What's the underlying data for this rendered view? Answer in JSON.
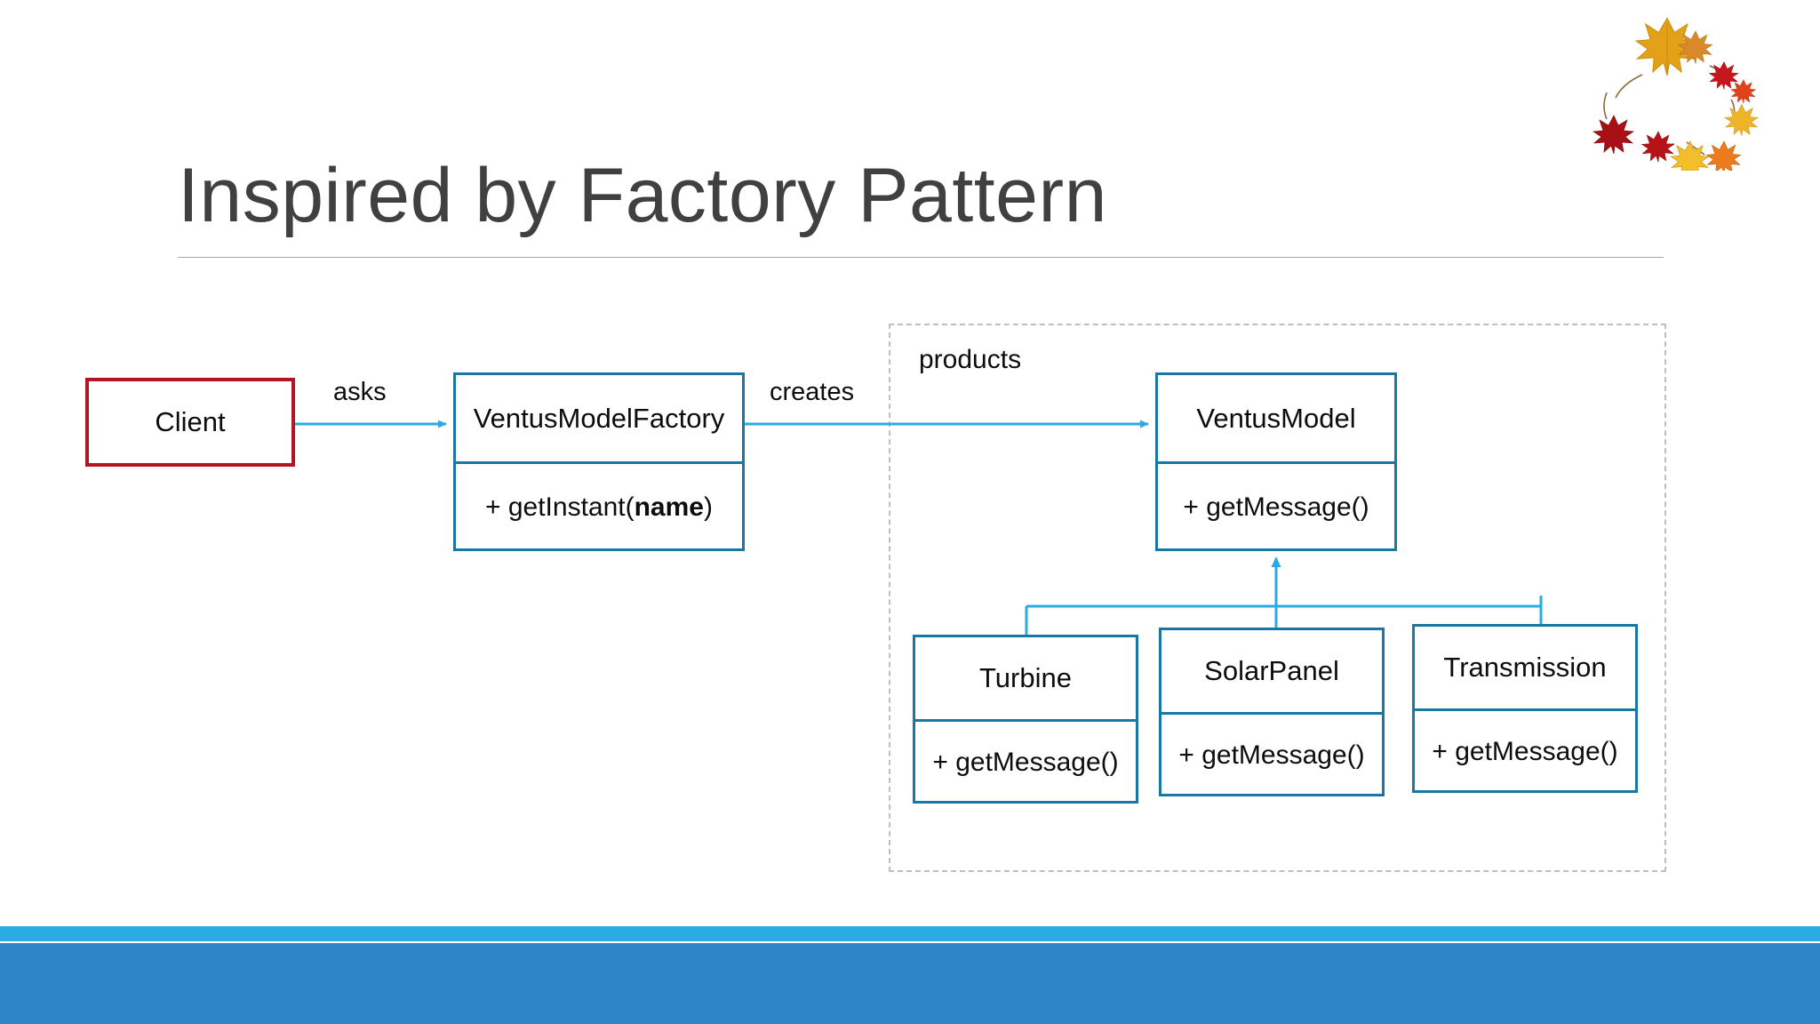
{
  "slide": {
    "title": "Inspired by Factory Pattern",
    "background_color": "#ffffff"
  },
  "decoration": {
    "name": "autumn-maple-leaves",
    "leaf_colors": [
      "#E8A317",
      "#C4161C",
      "#E8741A",
      "#F0B429",
      "#A81016",
      "#F5C13D"
    ]
  },
  "diagram": {
    "type": "uml-class-diagram",
    "client": {
      "name": "Client",
      "border_color": "#B01722"
    },
    "factory": {
      "name": "VentusModelFactory",
      "method_prefix": "+ getInstant(",
      "method_param": "name",
      "method_suffix": ")",
      "border_color": "#1878A4"
    },
    "product_base": {
      "name": "VentusModel",
      "method": "+ getMessage()",
      "border_color": "#1878A4"
    },
    "products_group": {
      "label": "products",
      "border_color": "#bfbfbf",
      "items": [
        {
          "name": "Turbine",
          "method": "+ getMessage()"
        },
        {
          "name": "SolarPanel",
          "method": "+ getMessage()"
        },
        {
          "name": "Transmission",
          "method": "+ getMessage()"
        }
      ]
    },
    "edges": [
      {
        "label": "asks",
        "from": "Client",
        "to": "VentusModelFactory",
        "color": "#2BABE2"
      },
      {
        "label": "creates",
        "from": "VentusModelFactory",
        "to": "VentusModel",
        "color": "#2BABE2"
      }
    ],
    "inheritance": {
      "parent": "VentusModel",
      "children": [
        "Turbine",
        "SolarPanel",
        "Transmission"
      ],
      "color": "#2BABE2"
    }
  },
  "footer": {
    "strip_color": "#2BABE2",
    "band_color": "#2E86C8"
  }
}
